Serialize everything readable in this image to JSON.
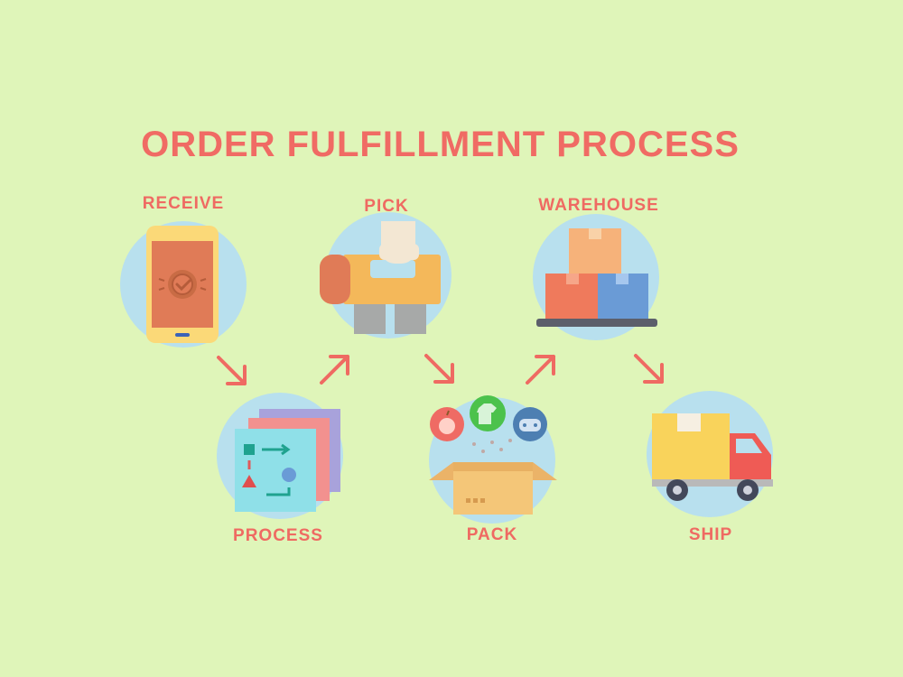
{
  "diagram": {
    "title": "ORDER FULFILLMENT PROCESS",
    "steps": [
      {
        "label": "RECEIVE",
        "icon": "smartphone-check-icon"
      },
      {
        "label": "PROCESS",
        "icon": "documents-flowchart-icon"
      },
      {
        "label": "PICK",
        "icon": "hand-picking-box-icon"
      },
      {
        "label": "PACK",
        "icon": "open-box-items-icon"
      },
      {
        "label": "WAREHOUSE",
        "icon": "stacked-boxes-pallet-icon"
      },
      {
        "label": "SHIP",
        "icon": "delivery-truck-icon"
      }
    ],
    "edges": [
      [
        "RECEIVE",
        "PROCESS"
      ],
      [
        "PROCESS",
        "PICK"
      ],
      [
        "PICK",
        "PACK"
      ],
      [
        "PACK",
        "WAREHOUSE"
      ],
      [
        "WAREHOUSE",
        "SHIP"
      ]
    ],
    "colors": {
      "background": "#dff5b9",
      "accent": "#f06b64",
      "circle": "#b8e0ee"
    }
  }
}
